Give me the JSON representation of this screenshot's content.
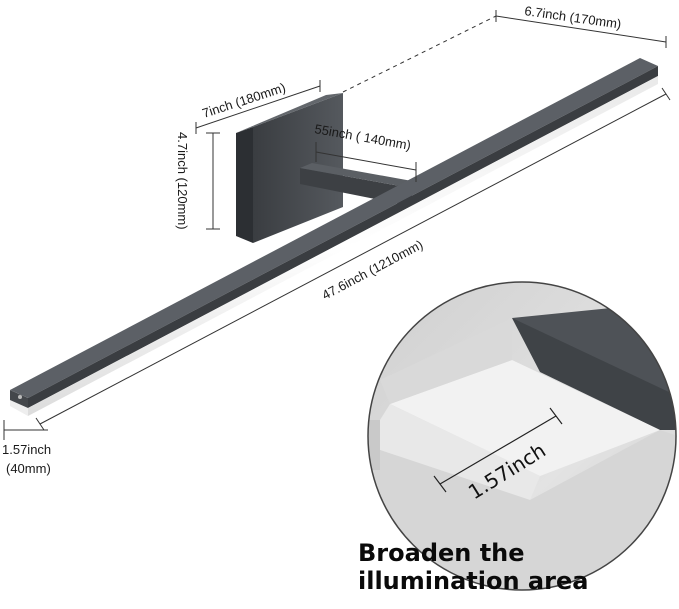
{
  "dimensions": {
    "length": "47.6inch (1210mm)",
    "extension": "7inch (180mm)",
    "height": "4.7inch (120mm)",
    "arm": "55inch ( 140mm)",
    "bar_depth": "6.7inch (170mm)",
    "end_width_line1": "1.57inch",
    "end_width_line2": "(40mm)",
    "detail_width": "1.57inch"
  },
  "caption": {
    "line1": "Broaden the",
    "line2": "illumination area"
  },
  "colors": {
    "fixture": "#4a4d51",
    "fixture_dark": "#2f3235",
    "diffuser": "#f7f7f7",
    "dim_line": "#333333"
  }
}
